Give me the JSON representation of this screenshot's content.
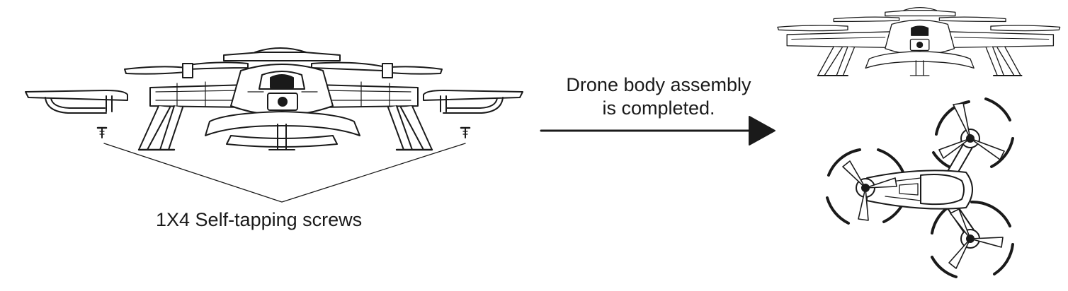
{
  "screws": {
    "label": "1X4 Self-tapping screws"
  },
  "caption": {
    "line1": "Drone body assembly",
    "line2": "is completed."
  },
  "colors": {
    "ink": "#1a1a1a",
    "background": "#ffffff"
  }
}
